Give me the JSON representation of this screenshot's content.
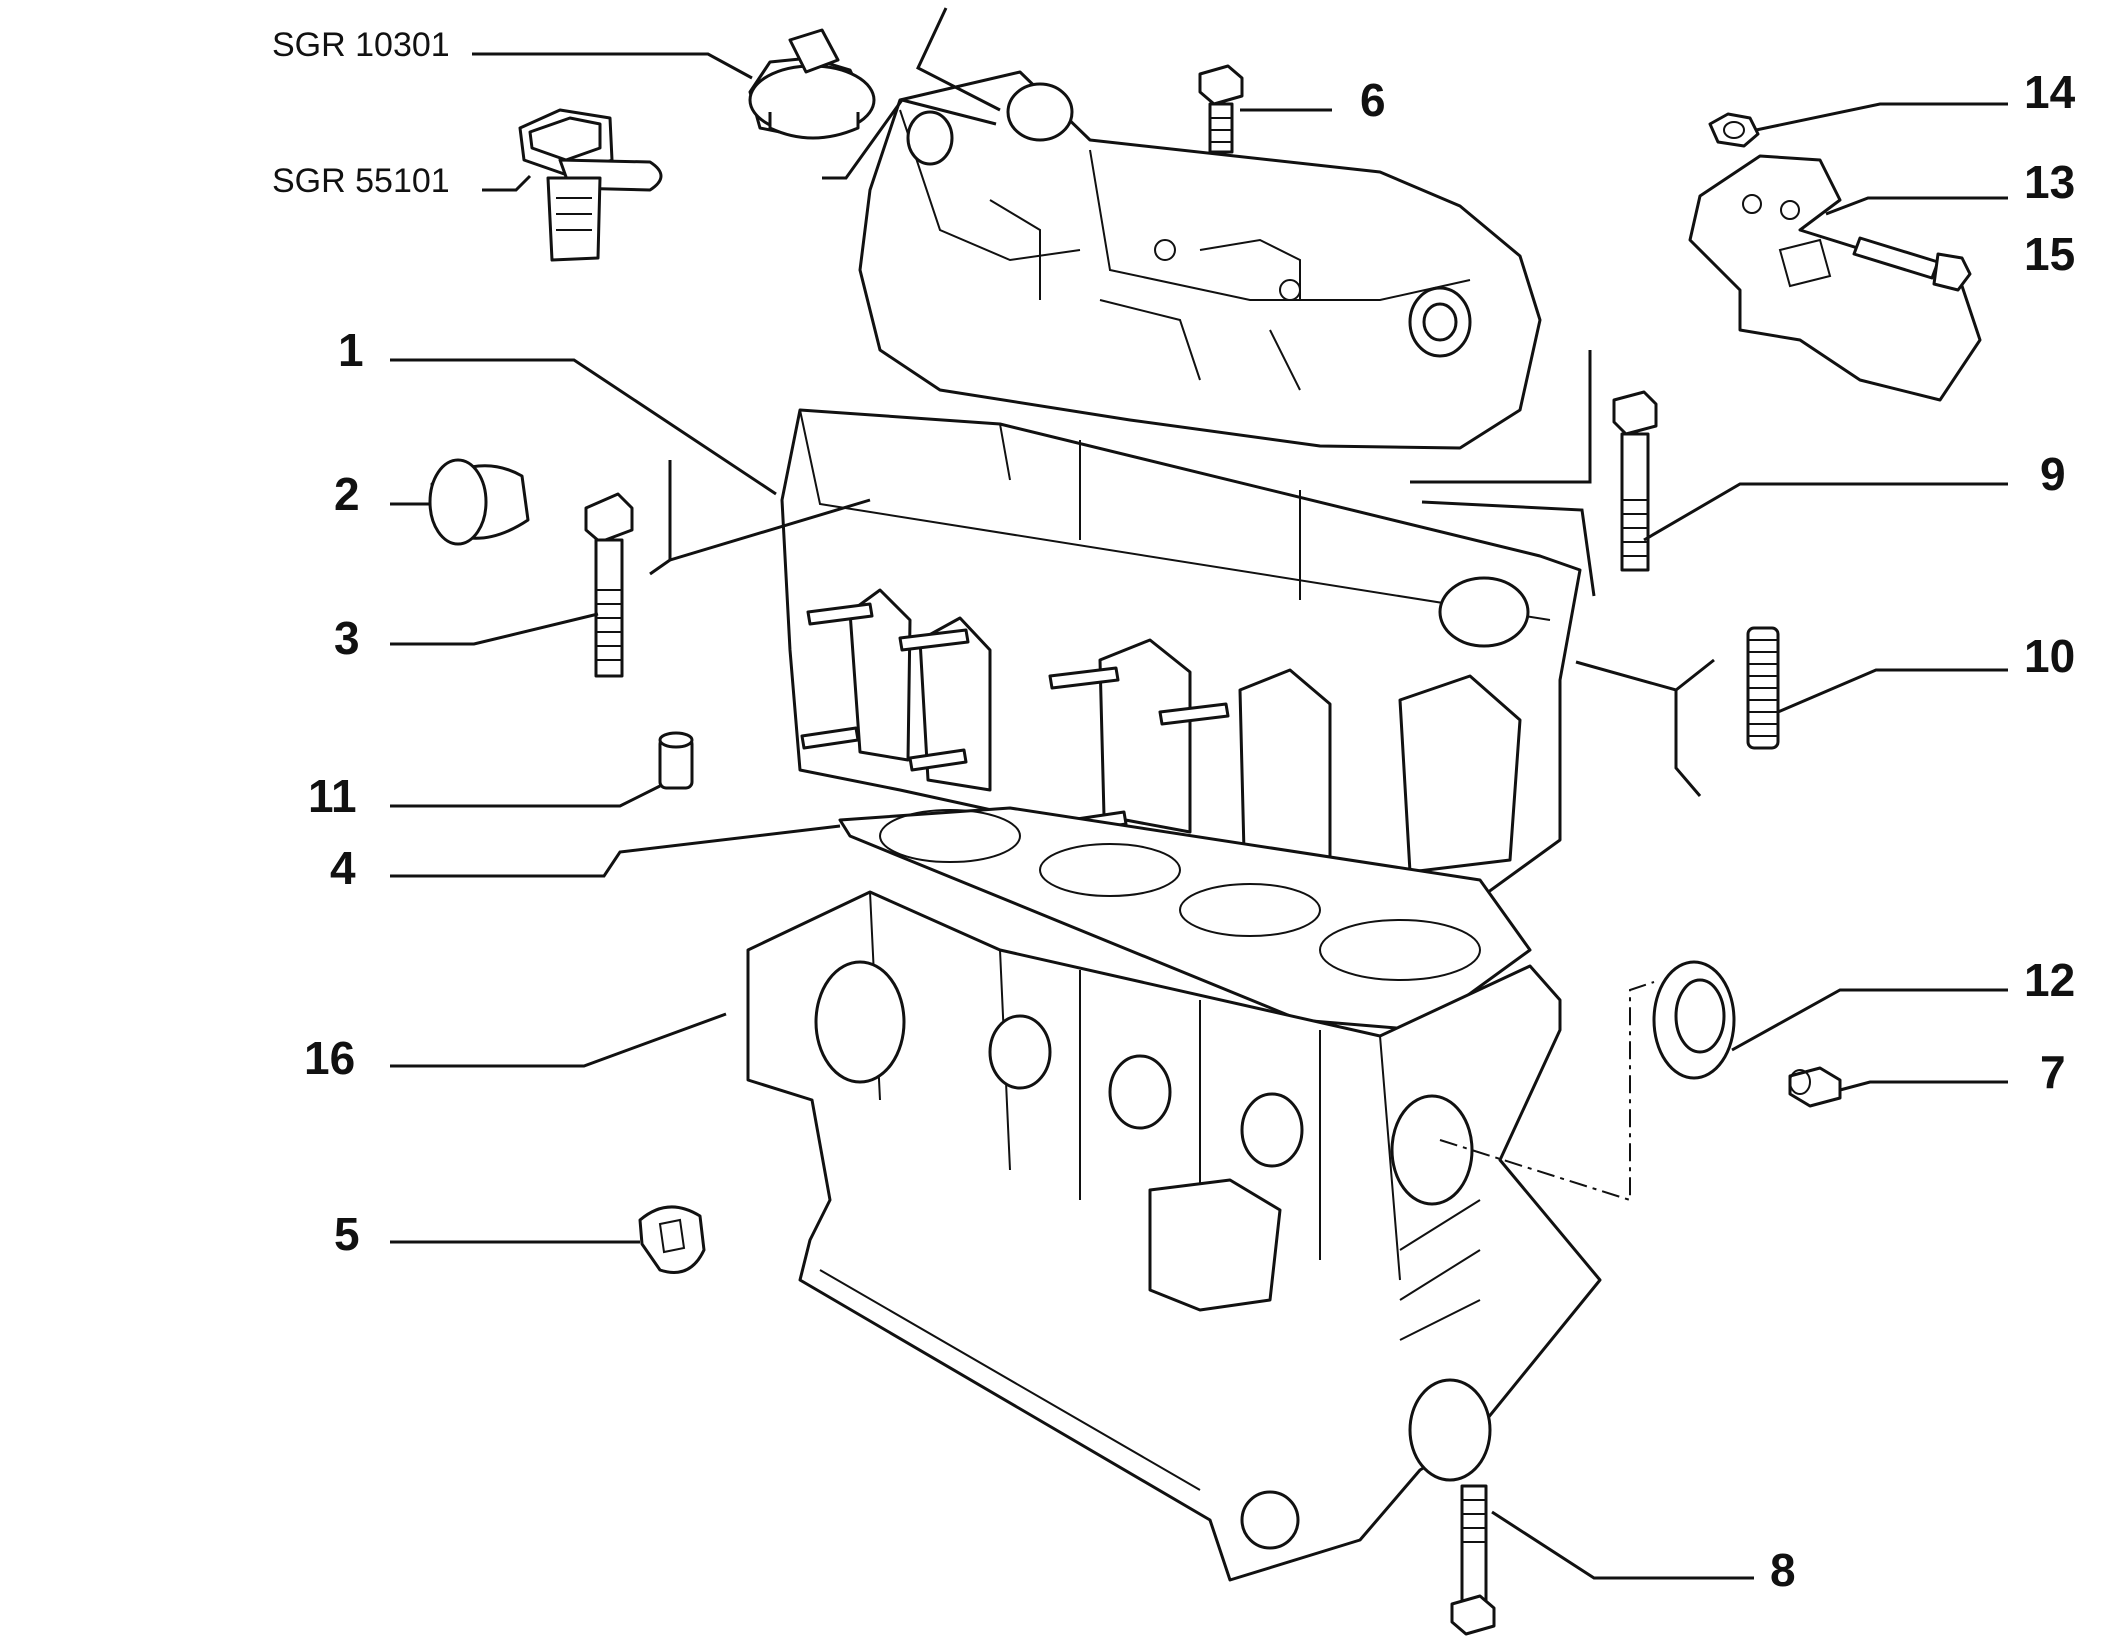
{
  "labels": {
    "sgr_10301": "SGR 10301",
    "sgr_55101": "SGR 55101",
    "p1": "1",
    "p2": "2",
    "p3": "3",
    "p4": "4",
    "p5": "5",
    "p6": "6",
    "p7": "7",
    "p8": "8",
    "p9": "9",
    "p10": "10",
    "p11": "11",
    "p12": "12",
    "p13": "13",
    "p14": "14",
    "p15": "15",
    "p16": "16"
  },
  "colors": {
    "line": "#111111",
    "background": "#ffffff"
  }
}
